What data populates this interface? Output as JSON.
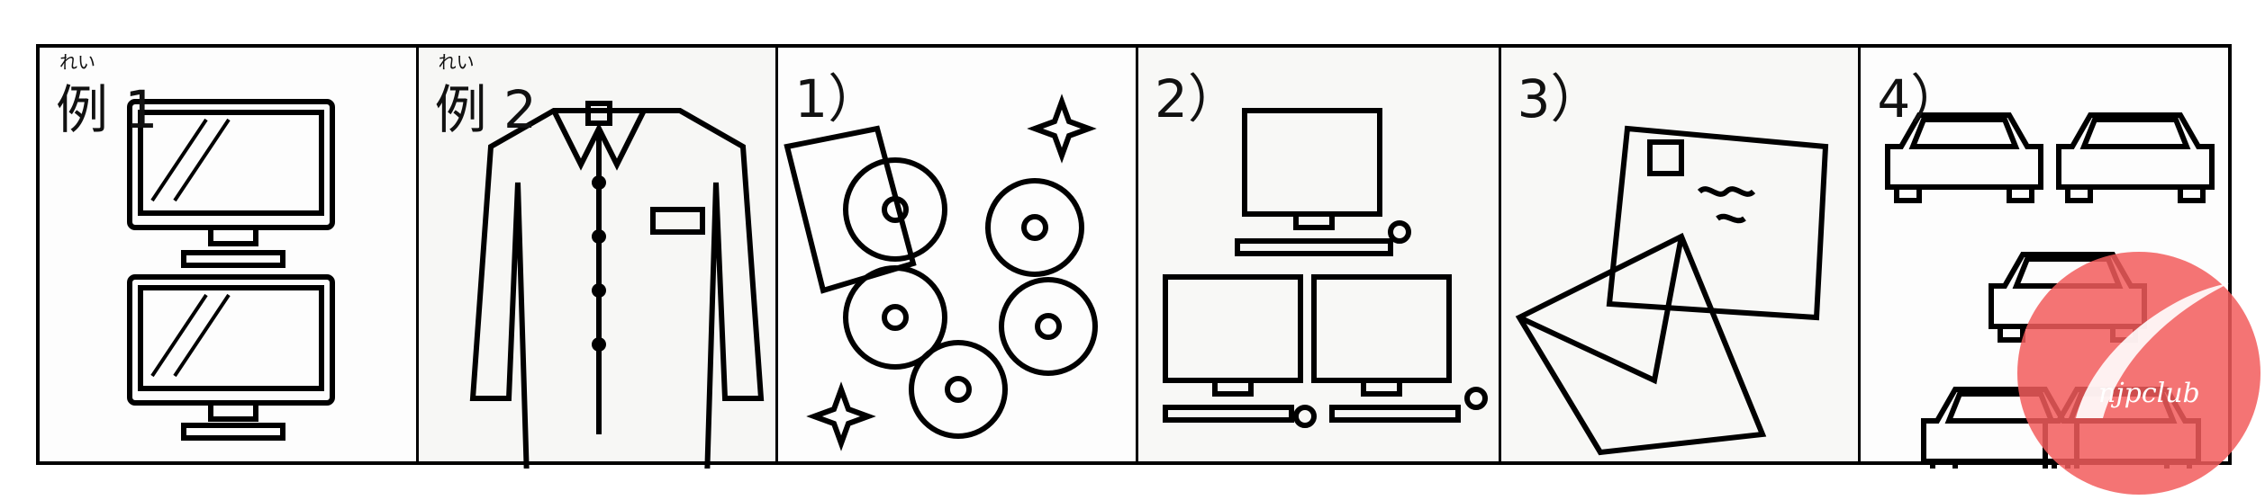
{
  "panels": [
    {
      "ruby": "れい",
      "label": "例 1",
      "icon": "stacked-monitors"
    },
    {
      "ruby": "れい",
      "label": "例 2",
      "icon": "shirt"
    },
    {
      "label": "1）",
      "icon": "cds"
    },
    {
      "label": "2）",
      "icon": "computers"
    },
    {
      "label": "3）",
      "icon": "letters"
    },
    {
      "label": "4）",
      "icon": "cars"
    }
  ],
  "watermark": {
    "text": "njpclub",
    "color": "#f25c5c"
  }
}
